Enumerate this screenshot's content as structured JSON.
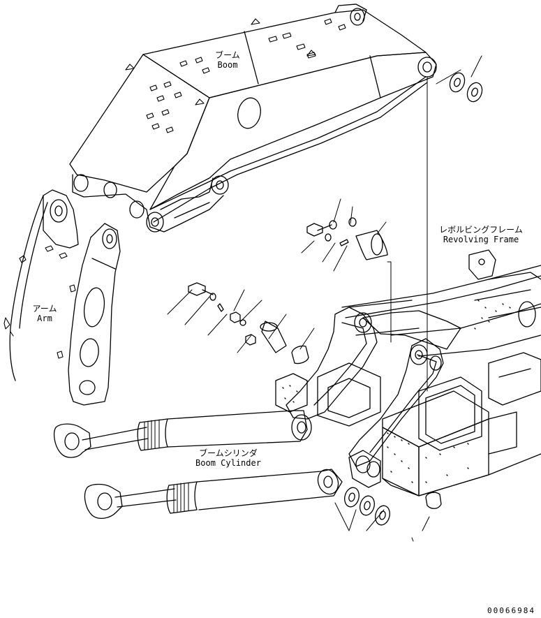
{
  "labels": {
    "boom_jp": "ブーム",
    "boom_en": "Boom",
    "revolving_jp": "レボルビングフレーム",
    "revolving_en": "Revolving Frame",
    "arm_jp": "アーム",
    "arm_en": "Arm",
    "boom_cylinder_jp": "ブームシリンダ",
    "boom_cylinder_en": "Boom Cylinder"
  },
  "drawing_number": "00066984"
}
